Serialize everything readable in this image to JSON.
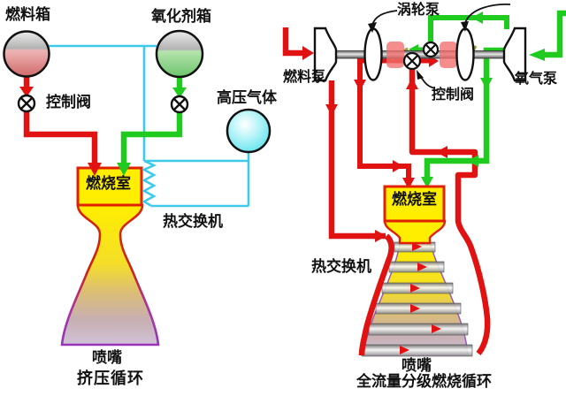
{
  "left_diagram": {
    "fuel_tank_label": "燃料箱",
    "oxidizer_tank_label": "氧化剂箱",
    "control_valve_label": "控制阀",
    "high_pressure_gas_label": "高压气体",
    "combustion_chamber_label": "燃烧室",
    "heat_exchanger_label": "热交换机",
    "nozzle_label": "喷嘴",
    "cycle_title": "挤压循环"
  },
  "right_diagram": {
    "turbopump_label": "涡轮泵",
    "fuel_pump_label": "燃料泵",
    "oxygen_pump_label": "氧气泵",
    "control_valve_label": "控制阀",
    "combustion_chamber_label": "燃烧室",
    "heat_exchanger_label": "热交换机",
    "nozzle_label": "喷嘴",
    "cycle_title": "全流量分级燃烧循环"
  },
  "colors": {
    "fuel_line": "#e01212",
    "oxidizer_line": "#1ecb1e",
    "pressurant_line": "#3fc9ea",
    "chamber_fill": "#ffee00",
    "preburner_fill": "#f26d6d"
  }
}
